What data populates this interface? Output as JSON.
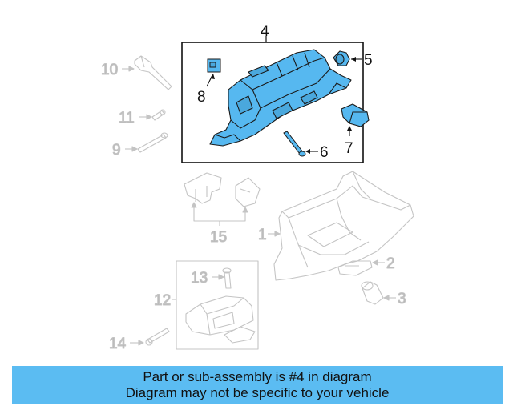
{
  "diagram": {
    "callouts": {
      "part_1": "1",
      "part_2": "2",
      "part_3": "3",
      "part_4": "4",
      "part_5": "5",
      "part_6": "6",
      "part_7": "7",
      "part_8": "8",
      "part_9": "9",
      "part_10": "10",
      "part_11": "11",
      "part_12": "12",
      "part_13": "13",
      "part_14": "14",
      "part_15": "15"
    },
    "colors": {
      "highlight_fill": "#56b8f0",
      "highlight_stroke": "#1a1a1a",
      "ghost_stroke": "#c4c4c4",
      "banner_bg": "#5bbcf2"
    }
  },
  "banner": {
    "line1": "Part or sub-assembly is #4 in diagram",
    "line2": "Diagram may not be specific to your vehicle"
  }
}
